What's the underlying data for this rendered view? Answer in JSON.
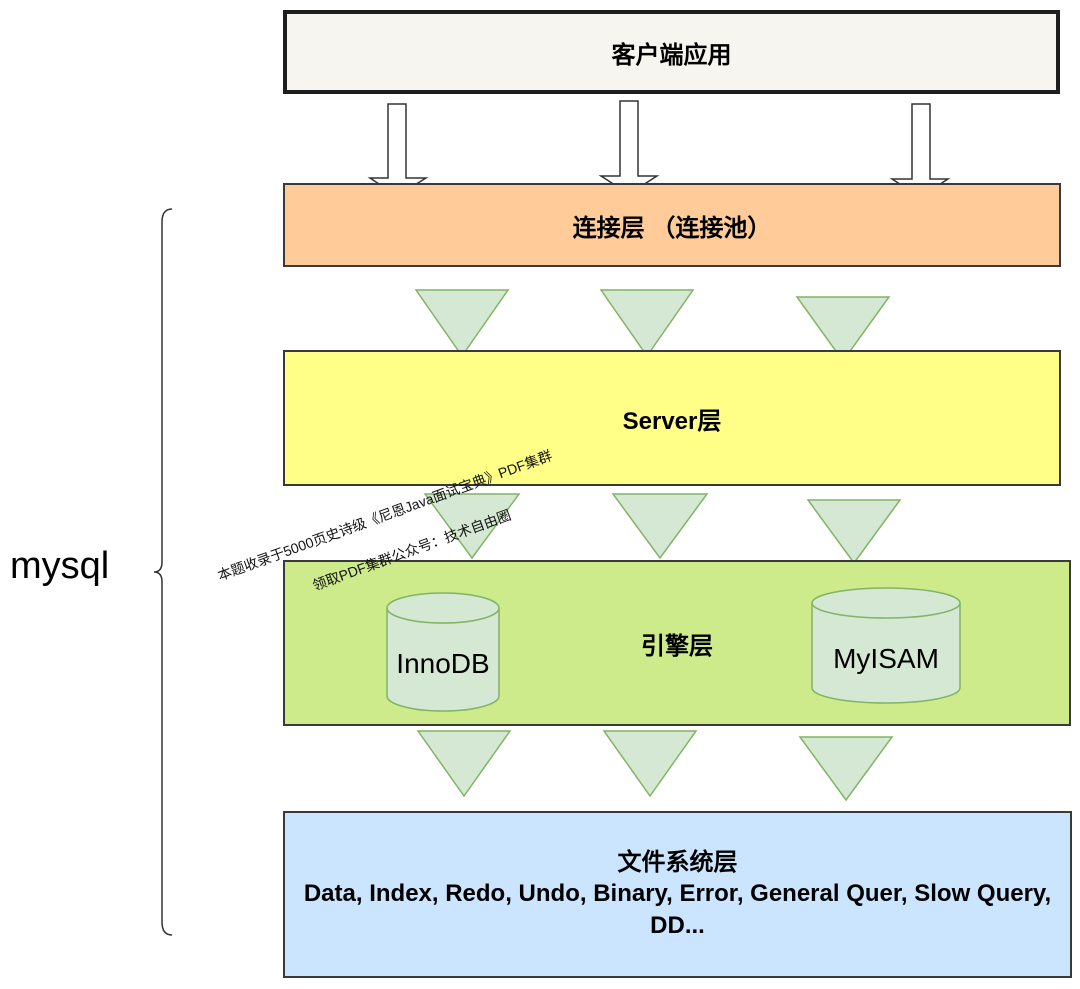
{
  "layers": {
    "client": "客户端应用",
    "connection": "连接层 （连接池）",
    "server": "Server层",
    "engine": "引擎层",
    "files_title": "文件系统层",
    "files_subtitle": "Data, Index, Redo, Undo, Binary, Error, General Quer, Slow Query, DD..."
  },
  "engines": [
    "InnoDB",
    "MyISAM"
  ],
  "group_label": "mysql",
  "watermark": {
    "line1": "本题收录于5000页史诗级《尼恩Java面试宝典》PDF集群",
    "line2": "领取PDF集群公众号：技术自由圈"
  },
  "colors": {
    "client_fill": "#f7f5ef",
    "connection_fill": "#ffcc99",
    "server_fill": "#ffff88",
    "engine_fill": "#cdeb8b",
    "files_fill": "#cce5ff",
    "flow_triangle_fill": "#d5e8d4",
    "flow_triangle_stroke": "#82b366",
    "cylinder_fill": "#d5e8d4"
  },
  "icons": {
    "down_arrow": "hollow-down-arrow-icon",
    "flow": "down-triangle-icon",
    "storage": "cylinder-icon",
    "group": "curly-brace-icon"
  }
}
